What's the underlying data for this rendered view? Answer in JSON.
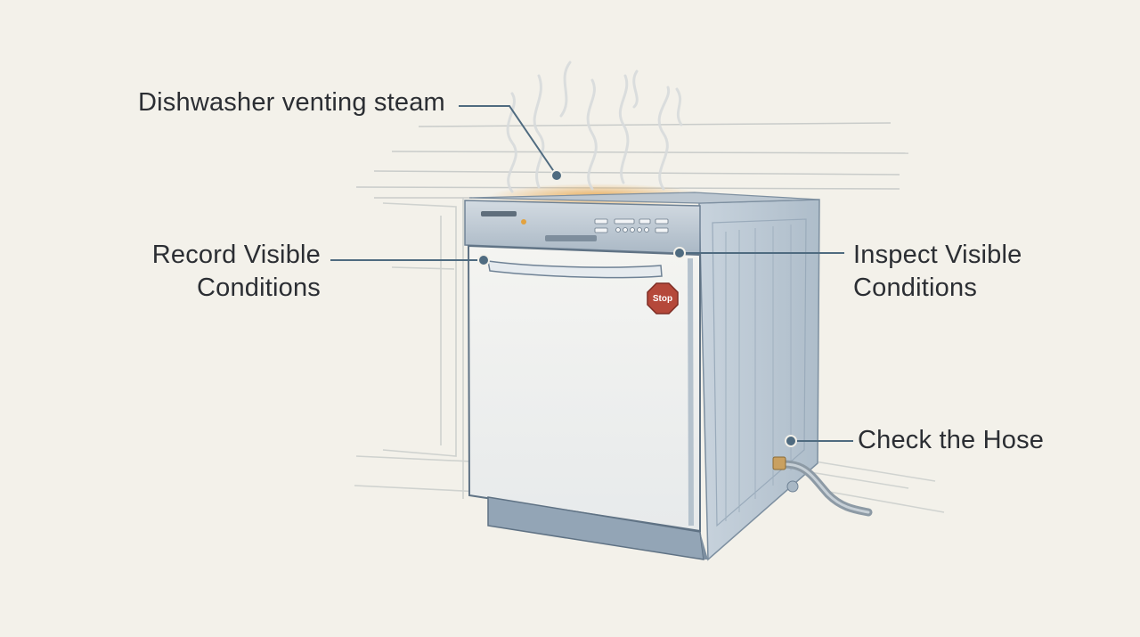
{
  "callouts": {
    "steam": "Dishwasher venting steam",
    "record": "Record Visible\nConditions",
    "inspect": "Inspect Visible\nConditions",
    "hose": "Check the Hose"
  },
  "stop_sign": "Stop",
  "colors": {
    "background": "#f3f1ea",
    "leader_line": "#4f6b80",
    "marker": "#4f6b80",
    "appliance_body": "#dfe6ec",
    "appliance_shadow": "#8c9eb0",
    "control_panel": "#bfc9d3",
    "stop_sign": "#b5483a",
    "hose_fitting": "#c9a060",
    "steam": "#e5e7e8",
    "glow": "#e09a3a"
  }
}
